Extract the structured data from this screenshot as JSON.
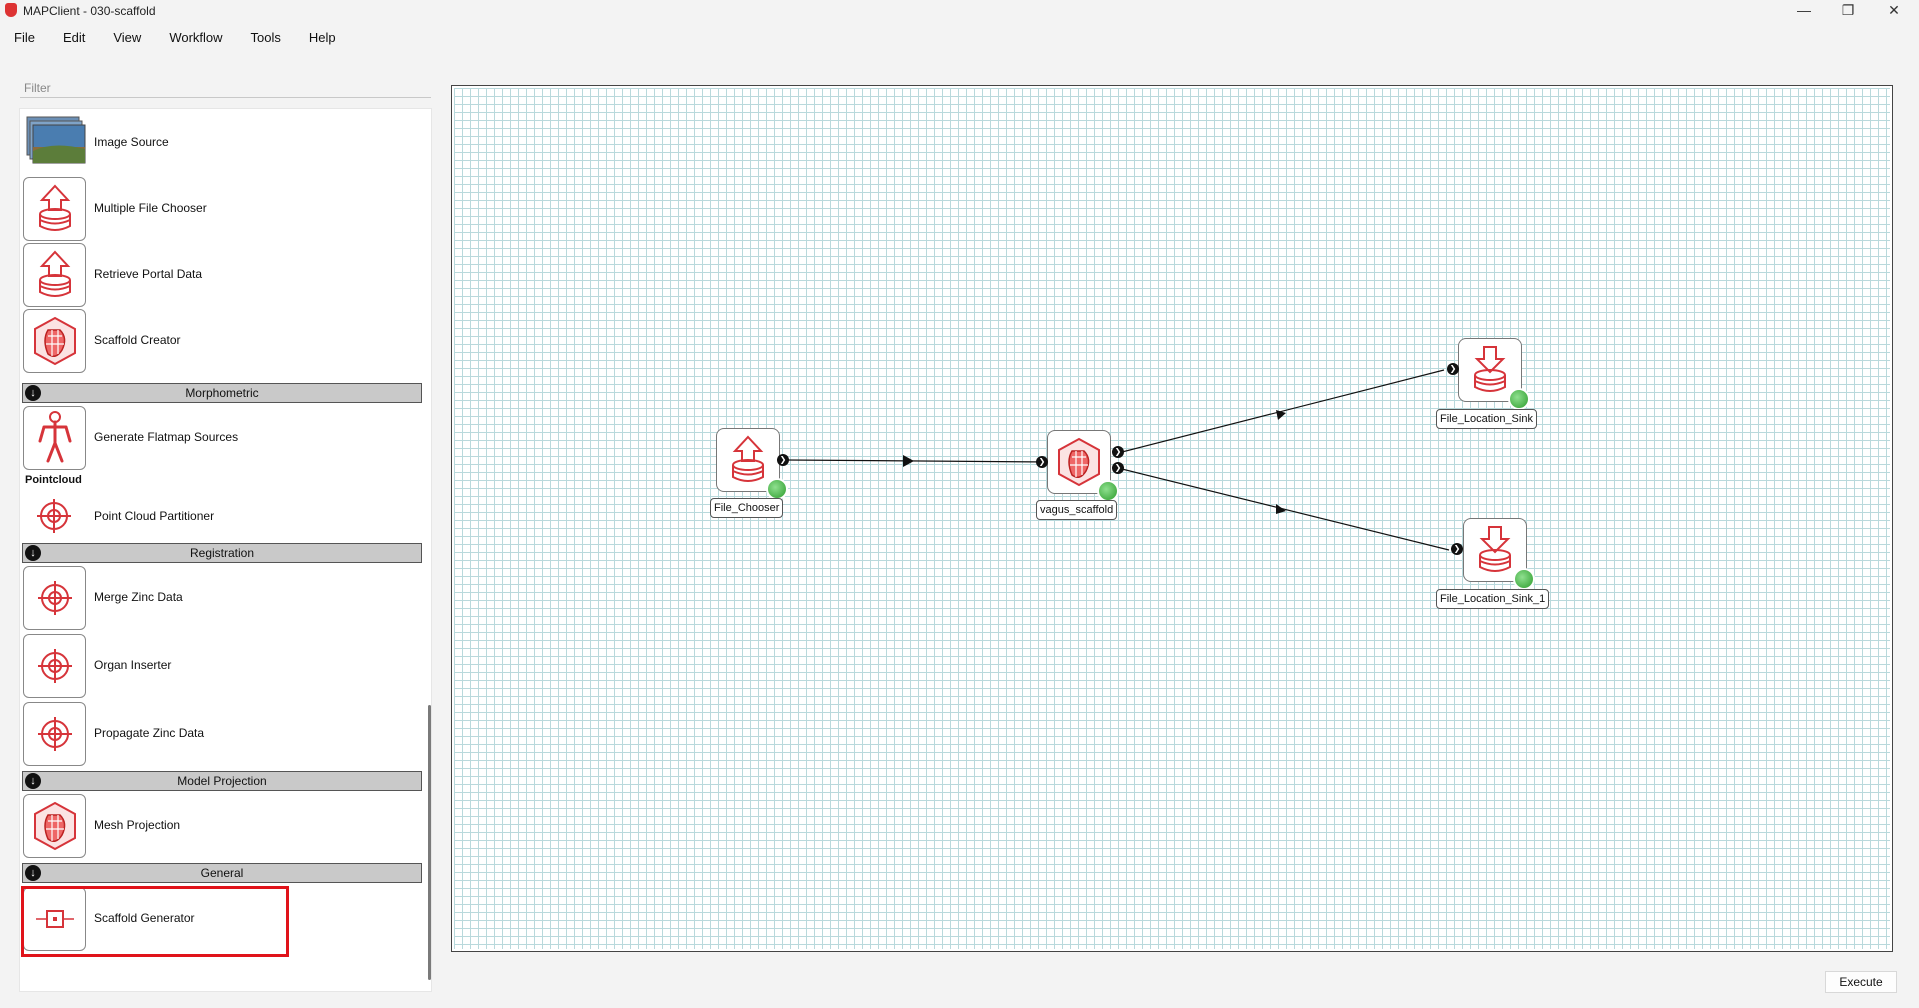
{
  "window": {
    "title": "MAPClient - 030-scaffold"
  },
  "menu": {
    "items": [
      "File",
      "Edit",
      "View",
      "Workflow",
      "Tools",
      "Help"
    ]
  },
  "filter": {
    "placeholder": "Filter"
  },
  "palette": {
    "steps_top": [
      {
        "label": "Image Source",
        "icon": "image-stack-icon"
      },
      {
        "label": "Multiple File Chooser",
        "icon": "upload-disk-icon"
      },
      {
        "label": "Retrieve Portal Data",
        "icon": "upload-disk-icon"
      },
      {
        "label": "Scaffold Creator",
        "icon": "scaffold-hex-icon"
      }
    ],
    "categories": [
      "Morphometric",
      "Registration",
      "Model Projection",
      "General"
    ],
    "morphometric_steps": [
      {
        "label": "Generate Flatmap Sources",
        "icon": "human-body-icon"
      }
    ],
    "pointcloud_heading": "Pointcloud",
    "pointcloud_steps": [
      {
        "label": "Point Cloud Partitioner",
        "icon": "crosshair-icon"
      }
    ],
    "registration_steps": [
      {
        "label": "Merge Zinc Data",
        "icon": "crosshair-icon"
      },
      {
        "label": "Organ Inserter",
        "icon": "crosshair-icon"
      },
      {
        "label": "Propagate Zinc Data",
        "icon": "crosshair-icon"
      }
    ],
    "projection_steps": [
      {
        "label": "Mesh Projection",
        "icon": "scaffold-hex-icon"
      }
    ],
    "general_steps": [
      {
        "label": "Scaffold Generator",
        "icon": "box-target-icon"
      }
    ]
  },
  "workflow": {
    "nodes": [
      {
        "label": "File_Chooser",
        "icon": "upload-disk-icon"
      },
      {
        "label": "vagus_scaffold",
        "icon": "scaffold-hex-icon"
      },
      {
        "label": "File_Location_Sink",
        "icon": "download-disk-icon"
      },
      {
        "label": "File_Location_Sink_1",
        "icon": "download-disk-icon"
      }
    ]
  },
  "footer": {
    "execute_label": "Execute"
  },
  "colors": {
    "icon_red": "#d6343a",
    "highlight": "#e0131a",
    "grid": "#b9d9dc",
    "status_green": "#2c9c2c"
  }
}
